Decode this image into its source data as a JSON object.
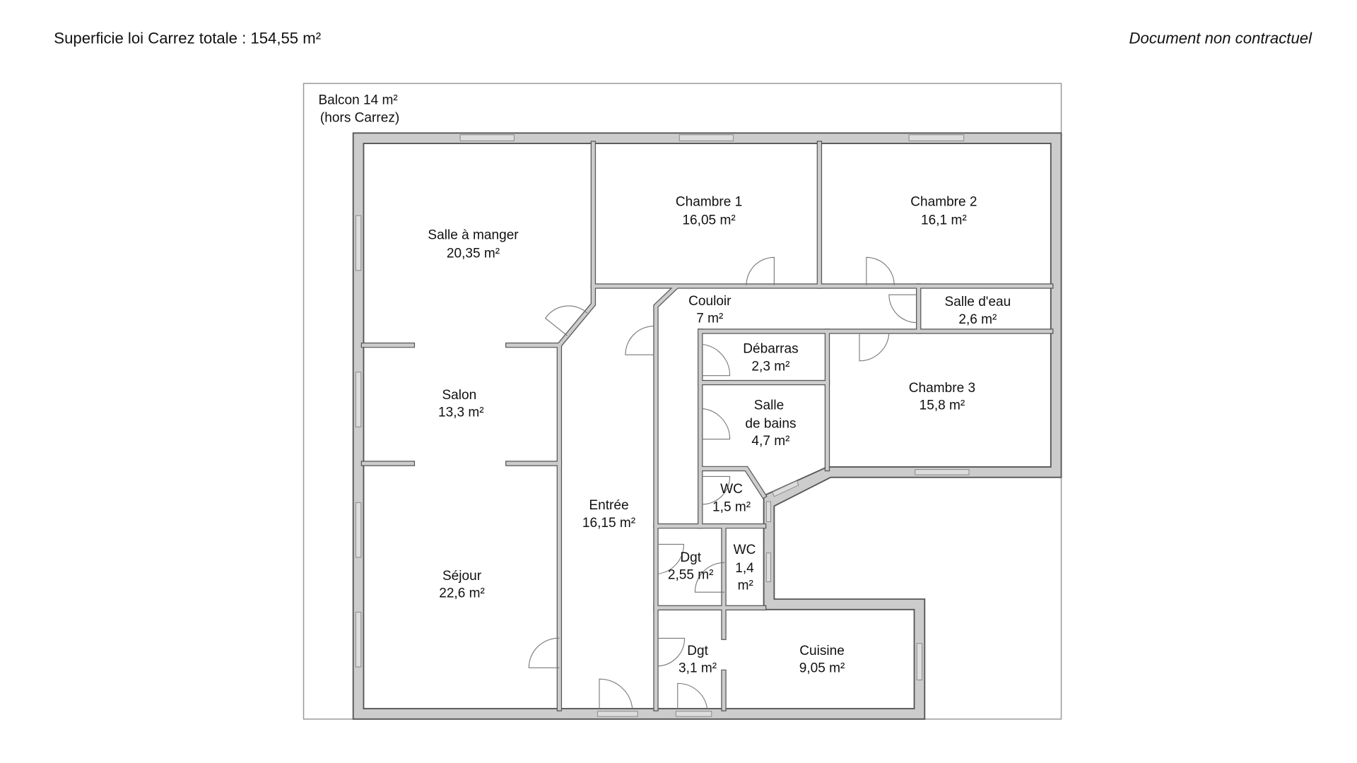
{
  "header": {
    "total_area": "Superficie loi Carrez totale : 154,55 m²",
    "disclaimer": "Document non contractuel"
  },
  "balcony": {
    "line1": "Balcon 14 m²",
    "line2": "(hors Carrez)"
  },
  "rooms": [
    {
      "name": "Salle à manger",
      "area": "20,35 m²"
    },
    {
      "name": "Chambre 1",
      "area": "16,05 m²"
    },
    {
      "name": "Chambre 2",
      "area": "16,1 m²"
    },
    {
      "name": "Couloir",
      "area": "7 m²"
    },
    {
      "name": "Salle d'eau",
      "area": "2,6 m²"
    },
    {
      "name": "Débarras",
      "area": "2,3 m²"
    },
    {
      "name": "Chambre 3",
      "area": "15,8 m²"
    },
    {
      "name": "Salle",
      "name2": "de bains",
      "area": "4,7 m²"
    },
    {
      "name": "Salon",
      "area": "13,3 m²"
    },
    {
      "name": "WC",
      "area": "1,5 m²"
    },
    {
      "name": "Entrée",
      "area": "16,15 m²"
    },
    {
      "name": "Dgt",
      "area": "2,55 m²"
    },
    {
      "name": "WC",
      "area": "1,4",
      "area2": "m²"
    },
    {
      "name": "Séjour",
      "area": "22,6 m²"
    },
    {
      "name": "Dgt",
      "area": "3,1 m²"
    },
    {
      "name": "Cuisine",
      "area": "9,05 m²"
    }
  ],
  "colors": {
    "wall_fill": "#cccccc",
    "wall_outline": "#555555",
    "balcony_outline": "#999999"
  }
}
